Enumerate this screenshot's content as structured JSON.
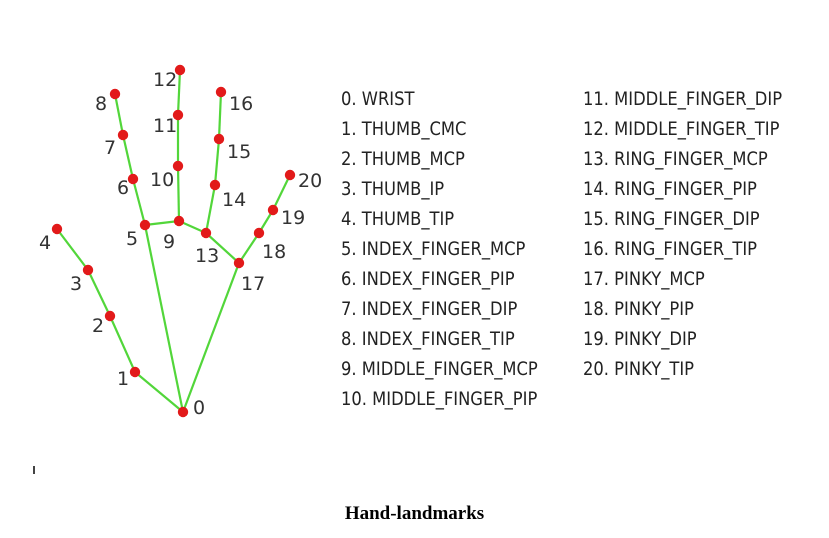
{
  "colors": {
    "edge": "#52d63a",
    "node": "#e21a1a",
    "label": "#333333"
  },
  "landmarks": [
    {
      "id": "0",
      "name": "0. WRIST"
    },
    {
      "id": "1",
      "name": "1. THUMB_CMC"
    },
    {
      "id": "2",
      "name": "2. THUMB_MCP"
    },
    {
      "id": "3",
      "name": "3. THUMB_IP"
    },
    {
      "id": "4",
      "name": "4. THUMB_TIP"
    },
    {
      "id": "5",
      "name": "5. INDEX_FINGER_MCP"
    },
    {
      "id": "6",
      "name": "6. INDEX_FINGER_PIP"
    },
    {
      "id": "7",
      "name": "7. INDEX_FINGER_DIP"
    },
    {
      "id": "8",
      "name": "8. INDEX_FINGER_TIP"
    },
    {
      "id": "9",
      "name": "9. MIDDLE_FINGER_MCP"
    },
    {
      "id": "10",
      "name": "10. MIDDLE_FINGER_PIP"
    },
    {
      "id": "11",
      "name": "11. MIDDLE_FINGER_DIP"
    },
    {
      "id": "12",
      "name": "12. MIDDLE_FINGER_TIP"
    },
    {
      "id": "13",
      "name": "13. RING_FINGER_MCP"
    },
    {
      "id": "14",
      "name": "14. RING_FINGER_PIP"
    },
    {
      "id": "15",
      "name": "15. RING_FINGER_DIP"
    },
    {
      "id": "16",
      "name": "16. RING_FINGER_TIP"
    },
    {
      "id": "17",
      "name": "17. PINKY_MCP"
    },
    {
      "id": "18",
      "name": "18. PINKY_PIP"
    },
    {
      "id": "19",
      "name": "19. PINKY_DIP"
    },
    {
      "id": "20",
      "name": "20. PINKY_TIP"
    }
  ],
  "connections": [
    [
      0,
      1
    ],
    [
      1,
      2
    ],
    [
      2,
      3
    ],
    [
      3,
      4
    ],
    [
      0,
      5
    ],
    [
      5,
      6
    ],
    [
      6,
      7
    ],
    [
      7,
      8
    ],
    [
      5,
      9
    ],
    [
      9,
      10
    ],
    [
      10,
      11
    ],
    [
      11,
      12
    ],
    [
      9,
      13
    ],
    [
      13,
      14
    ],
    [
      14,
      15
    ],
    [
      15,
      16
    ],
    [
      13,
      17
    ],
    [
      17,
      18
    ],
    [
      18,
      19
    ],
    [
      19,
      20
    ],
    [
      0,
      17
    ]
  ],
  "caption": "Hand-landmarks"
}
